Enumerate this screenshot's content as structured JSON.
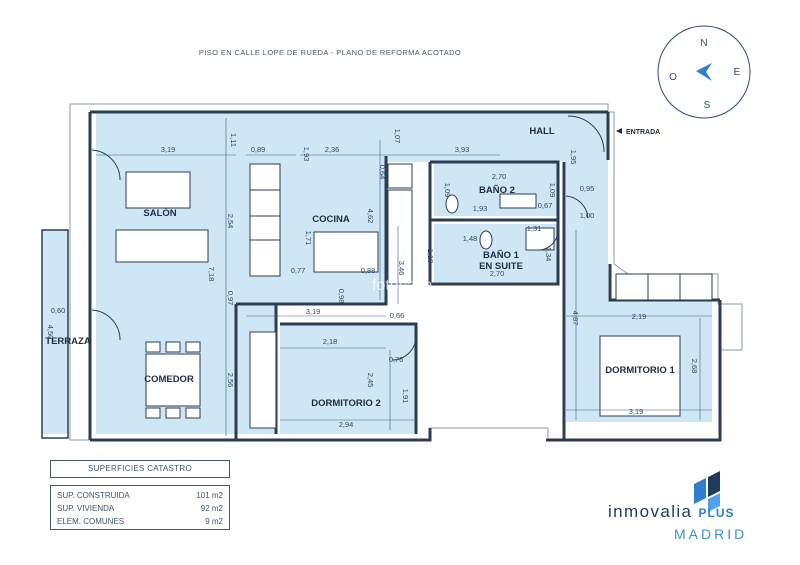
{
  "plan_title": "PISO EN CALLE LOPE DE RUEDA - PLANO DE REFORMA ACOTADO",
  "rooms": {
    "salon": "SALÓN",
    "cocina": "COCINA",
    "hall": "HALL",
    "entrada": "ENTRADA",
    "bano2": "BAÑO 2",
    "bano1_line1": "BAÑO 1",
    "bano1_line2": "EN SUITE",
    "terraza": "TERRAZA",
    "comedor": "COMEDOR",
    "dormitorio2": "DORMITORIO 2",
    "dormitorio1": "DORMITORIO 1"
  },
  "dimensions": {
    "d319_top": "3,19",
    "d111": "1,11",
    "d089": "0,89",
    "d193": "1,93",
    "d236": "2,36",
    "d107": "1,07",
    "d393": "3,93",
    "d195": "1,95",
    "d064": "0,64",
    "d270a": "2,70",
    "d109a": "1,09",
    "d109b": "1,09",
    "d095": "0,95",
    "d193b": "1,93",
    "d067": "0,67",
    "d100": "1,00",
    "d254": "2,54",
    "d171": "1,71",
    "d462": "4,62",
    "d148": "1,48",
    "d131": "1,31",
    "d118": "1,18",
    "d134": "1,34",
    "d270b": "2,70",
    "d077": "0,77",
    "d088": "0,88",
    "d346": "3,46",
    "d718": "7,18",
    "d097": "0,97",
    "d098": "0,98",
    "d060": "0,60",
    "d450": "4,50",
    "d319_mid": "3,19",
    "d066": "0,66",
    "d487": "4,87",
    "d219": "2,19",
    "d218": "2,18",
    "d076": "0,76",
    "d268": "2,68",
    "d256": "2,56",
    "d245": "2,45",
    "d191": "1,91",
    "d294": "2,94",
    "d319_bot": "3,19"
  },
  "compass": {
    "n": "N",
    "e": "E",
    "s": "S",
    "o": "O"
  },
  "surfaces": {
    "heading": "SUPERFICIES CATASTRO",
    "rows": [
      {
        "label": "SUP. CONSTRUIDA",
        "value": "101 m2"
      },
      {
        "label": "SUP. VIVIENDA",
        "value": "92 m2"
      },
      {
        "label": "ELEM. COMUNES",
        "value": "9 m2"
      }
    ]
  },
  "logo": {
    "word": "inmovalia",
    "plus": "PLUS",
    "city": "MADRID"
  },
  "watermark": "fotocasa",
  "colors": {
    "floor": "#cfe6f5",
    "wall": "#2b3d52",
    "dim_line": "#3a5f80",
    "brand": "#2f7fcf"
  }
}
